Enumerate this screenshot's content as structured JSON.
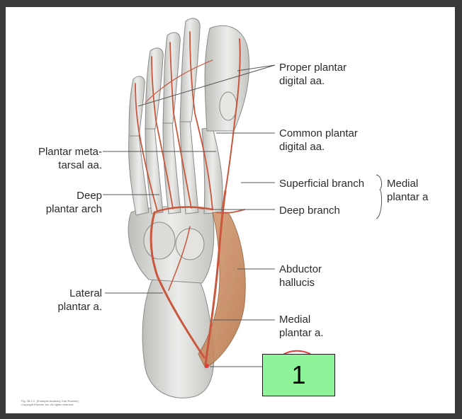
{
  "labels": {
    "proper_plantar_digital": "Proper plantar\ndigital aa.",
    "common_plantar_digital": "Common plantar\ndigital aa.",
    "plantar_metatarsal": "Plantar meta-\ntarsal aa.",
    "superficial_branch": "Superficial branch",
    "medial_plantar_group": "Medial\nplantar a",
    "deep_plantar_arch": "Deep\nplantar arch",
    "deep_branch": "Deep branch",
    "abductor_hallucis": "Abductor\nhallucis",
    "lateral_plantar": "Lateral\nplantar a.",
    "medial_plantar": "Medial\nplantar a."
  },
  "answer_box": {
    "text": "1",
    "color": "#8ff39a"
  },
  "copyright": "Fig. 28.1 C. (Example Anatomy, Karl Roemer)\nCopyright Elsevier Inc. All rights reserved.",
  "colors": {
    "artery": "#c8573d",
    "bone": "#d9d9d6",
    "muscle": "#c98f66",
    "leader_line": "#555555"
  }
}
